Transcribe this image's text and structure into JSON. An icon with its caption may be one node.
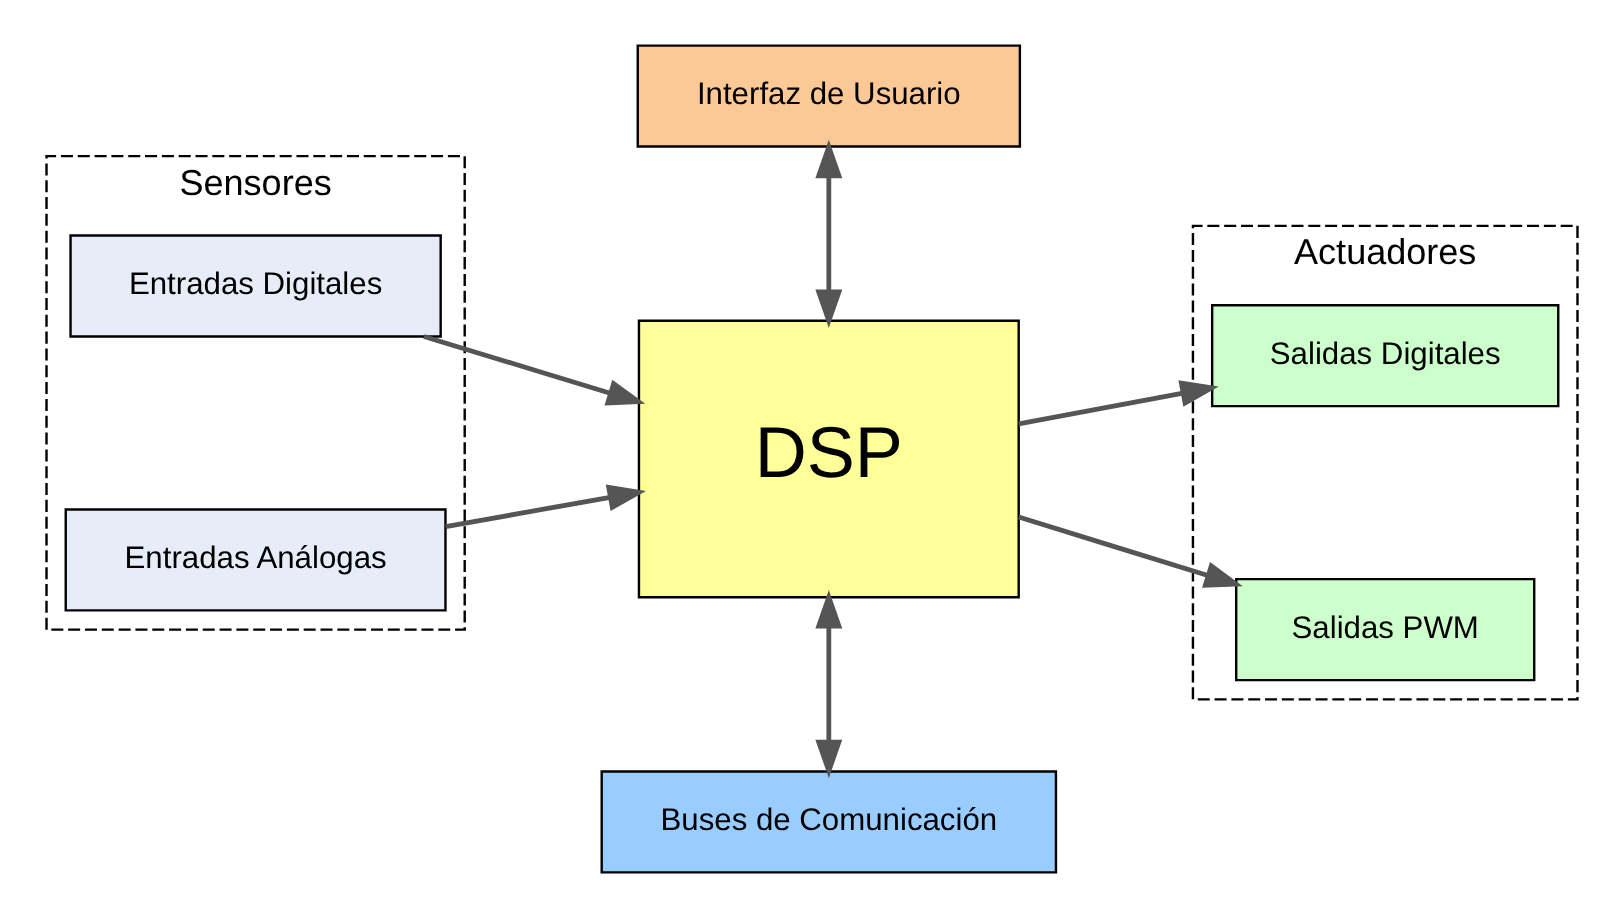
{
  "diagram": {
    "nodes": [
      {
        "text": [
          "Interfaz de Usuario"
        ]
      },
      {
        "text": [
          "Sensores"
        ]
      },
      {
        "text": [
          "Entradas Digitales"
        ],
        "in": 1
      },
      {
        "text": [
          "Entradas Análogas"
        ],
        "in": 1
      },
      {
        "text": [
          "DSP"
        ]
      },
      {
        "text": [
          "Actuadores"
        ]
      },
      {
        "text": [
          "Salidas Digitales"
        ],
        "in": 5
      },
      {
        "text": [
          "Salidas PWM"
        ],
        "in": 5
      },
      {
        "text": [
          "Buses de Comunicación"
        ]
      }
    ],
    "edges": [
      {
        "from": 0,
        "to": 4,
        "arrow": "both"
      },
      {
        "from": 2,
        "to": 4,
        "arrow": "to"
      },
      {
        "from": 3,
        "to": 4,
        "arrow": "to"
      },
      {
        "from": 4,
        "to": 6,
        "arrow": "to"
      },
      {
        "from": 4,
        "to": 7,
        "arrow": "to"
      },
      {
        "from": 4,
        "to": 8,
        "arrow": "both"
      }
    ]
  }
}
